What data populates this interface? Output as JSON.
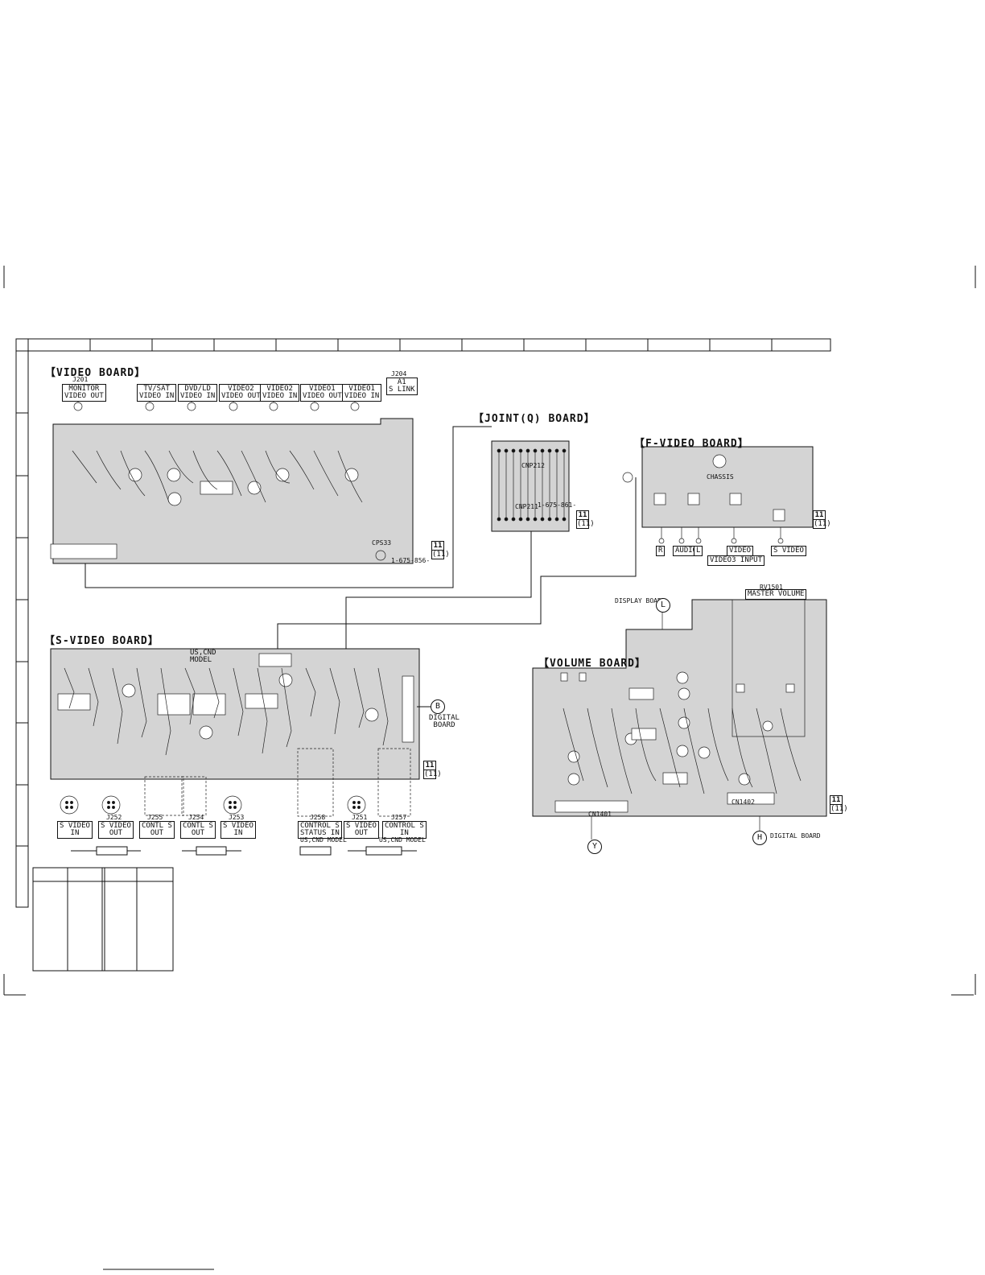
{
  "boards": {
    "video": {
      "title": "【VIDEO BOARD】",
      "jacks": [
        {
          "ref": "J201",
          "label": "MONITOR\nVIDEO OUT"
        },
        {
          "ref": "",
          "label": "TV/SAT\nVIDEO IN"
        },
        {
          "ref": "",
          "label": "DVD/LD\nVIDEO IN"
        },
        {
          "ref": "",
          "label": "VIDEO2\nVIDEO OUT"
        },
        {
          "ref": "",
          "label": "VIDEO2\nVIDEO IN"
        },
        {
          "ref": "",
          "label": "VIDEO1\nVIDEO OUT"
        },
        {
          "ref": "",
          "label": "VIDEO1\nVIDEO IN"
        }
      ],
      "j204_ref": "J204",
      "j204_label": "A1\nS LINK",
      "part_no": "1-675-856-",
      "ps": "CPS33",
      "page_ref": [
        "11",
        "(11)"
      ]
    },
    "joint": {
      "title": "【JOINT(Q) BOARD】",
      "part_no": "1-675-861-",
      "cn_top": "CNP212",
      "cn_bot": "CNP211",
      "page_ref": [
        "11",
        "(11)"
      ]
    },
    "fvideo": {
      "title": "【F-VIDEO BOARD】",
      "chassis": "CHASSIS",
      "jacks": [
        "R",
        "AUDIO",
        "L",
        "VIDEO",
        "S VIDEO"
      ],
      "group_label": "VIDEO3 INPUT",
      "page_ref": [
        "11",
        "(11)"
      ]
    },
    "svideo": {
      "title": "【S-VIDEO BOARD】",
      "us_model_note": "US,CND\nMODEL",
      "connector_out": "B",
      "connector_label": "DIGITAL\nBOARD",
      "jacks": [
        {
          "ref": "",
          "label": "S VIDEO\nIN"
        },
        {
          "ref": "J252",
          "label": "S VIDEO\nOUT"
        },
        {
          "ref": "J255",
          "label": "CONTL S\nOUT"
        },
        {
          "ref": "J254",
          "label": "CONTL S\nOUT"
        },
        {
          "ref": "J253",
          "label": "S VIDEO\nIN"
        },
        {
          "ref": "J258",
          "label": "CONTROL S\nSTATUS IN"
        },
        {
          "ref": "J251",
          "label": "S VIDEO\nOUT"
        },
        {
          "ref": "J257",
          "label": "CONTROL S\nIN"
        }
      ],
      "us_model_label": "US,CND MODEL",
      "page_ref": [
        "11",
        "(11)"
      ]
    },
    "volume": {
      "title": "【VOLUME BOARD】",
      "rv": "RV1501",
      "master": "MASTER VOLUME",
      "display_label": "DISPLAY BOARD",
      "display_conn": "L",
      "digital_conn": "H",
      "digital_label": "DIGITAL BOARD",
      "bottom_conn": "Y",
      "cn_left": "CN1401",
      "cn_right": "CN1402",
      "page_ref": [
        "11",
        "(11)"
      ]
    }
  }
}
